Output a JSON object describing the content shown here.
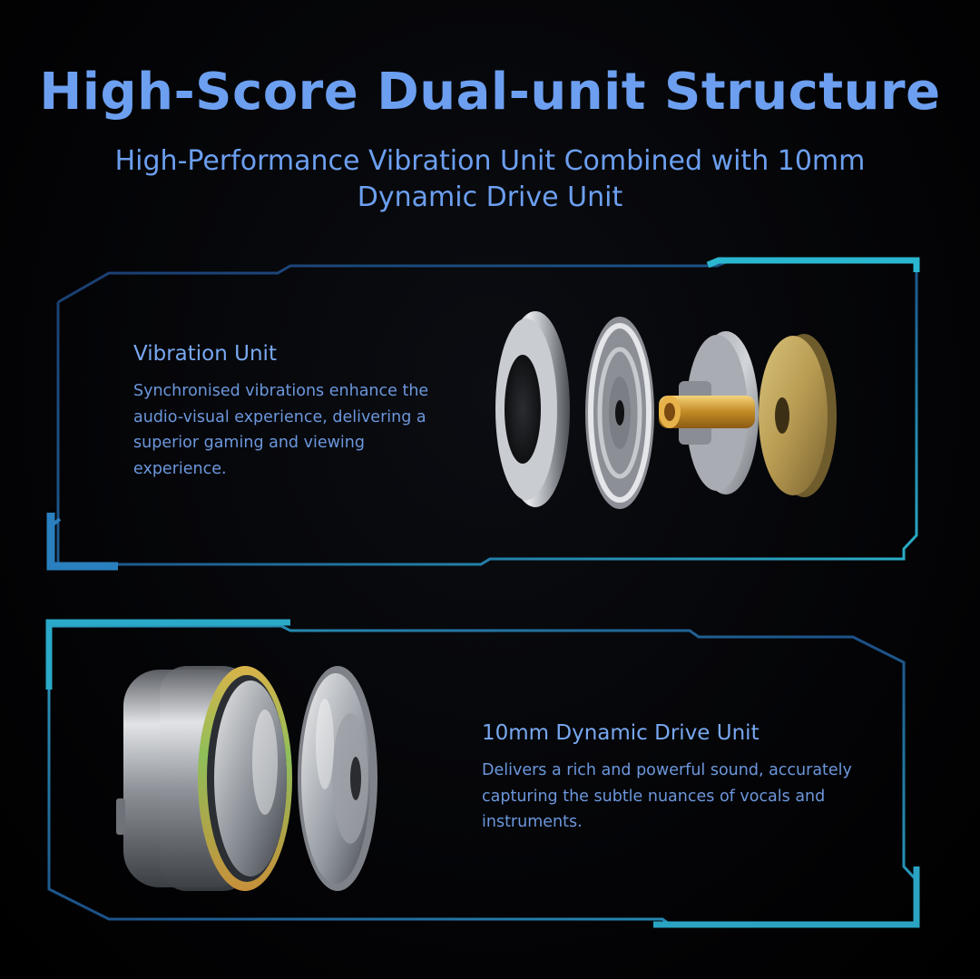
{
  "header": {
    "title": "High-Score Dual-unit Structure",
    "subtitle": "High-Performance Vibration Unit Combined with 10mm Dynamic Drive Unit"
  },
  "panels": [
    {
      "title": "Vibration Unit",
      "description": "Synchronised vibrations enhance the audio-visual experience, delivering a superior gaming and viewing experience."
    },
    {
      "title": "10mm Dynamic Drive Unit",
      "description": "Delivers a rich and powerful sound, accurately capturing the subtle nuances of vocals and instruments."
    }
  ],
  "colors": {
    "background": "#000000",
    "heading": "#6c9ff0",
    "frame_accent": "#2aa7c9",
    "frame_line": "#1f4f8c",
    "gold": "#c8a955",
    "silver": "#b8bcc2"
  }
}
